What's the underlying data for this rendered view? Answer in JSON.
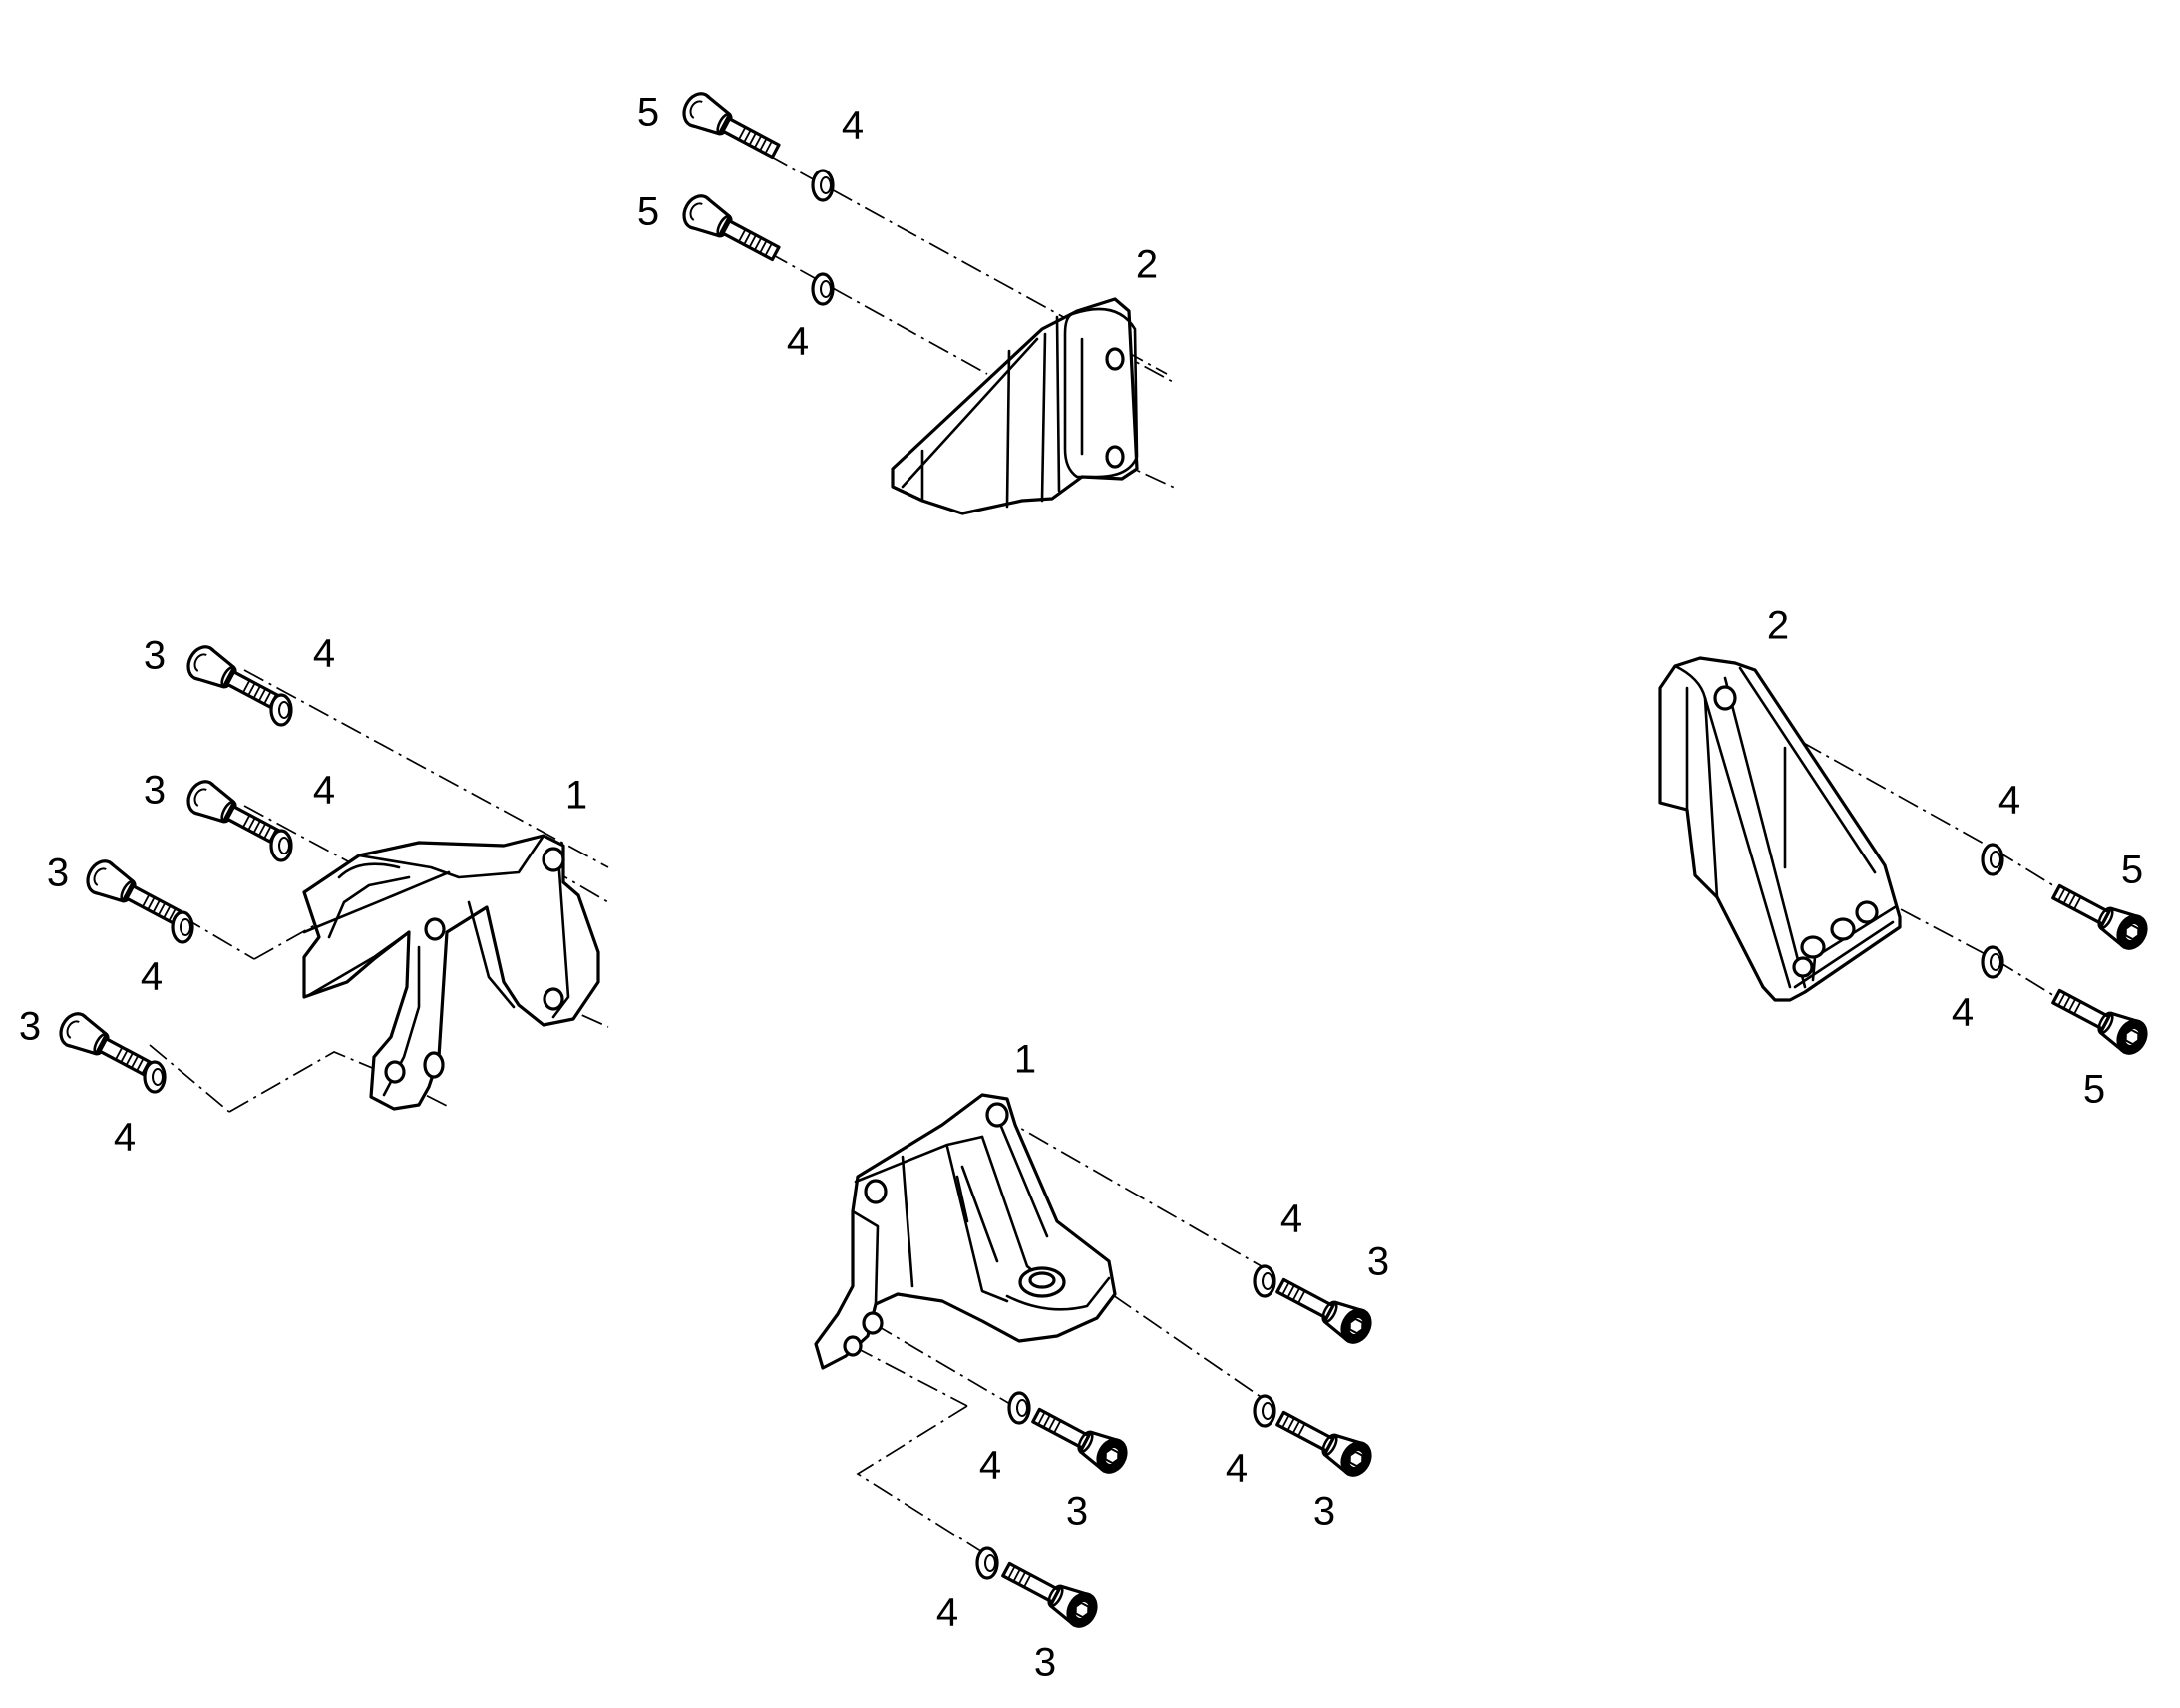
{
  "diagram": {
    "callouts": [
      {
        "id": "c1",
        "text": "5"
      },
      {
        "id": "c2",
        "text": "4"
      },
      {
        "id": "c3",
        "text": "5"
      },
      {
        "id": "c4",
        "text": "4"
      },
      {
        "id": "c5",
        "text": "2"
      },
      {
        "id": "c6",
        "text": "3"
      },
      {
        "id": "c7",
        "text": "4"
      },
      {
        "id": "c8",
        "text": "3"
      },
      {
        "id": "c9",
        "text": "4"
      },
      {
        "id": "c10",
        "text": "1"
      },
      {
        "id": "c11",
        "text": "3"
      },
      {
        "id": "c12",
        "text": "4"
      },
      {
        "id": "c13",
        "text": "3"
      },
      {
        "id": "c14",
        "text": "4"
      },
      {
        "id": "c15",
        "text": "2"
      },
      {
        "id": "c16",
        "text": "4"
      },
      {
        "id": "c17",
        "text": "5"
      },
      {
        "id": "c18",
        "text": "4"
      },
      {
        "id": "c19",
        "text": "5"
      },
      {
        "id": "c20",
        "text": "1"
      },
      {
        "id": "c21",
        "text": "4"
      },
      {
        "id": "c22",
        "text": "3"
      },
      {
        "id": "c23",
        "text": "4"
      },
      {
        "id": "c24",
        "text": "3"
      },
      {
        "id": "c25",
        "text": "4"
      },
      {
        "id": "c26",
        "text": "3"
      },
      {
        "id": "c27",
        "text": "4"
      },
      {
        "id": "c28",
        "text": "3"
      }
    ]
  }
}
